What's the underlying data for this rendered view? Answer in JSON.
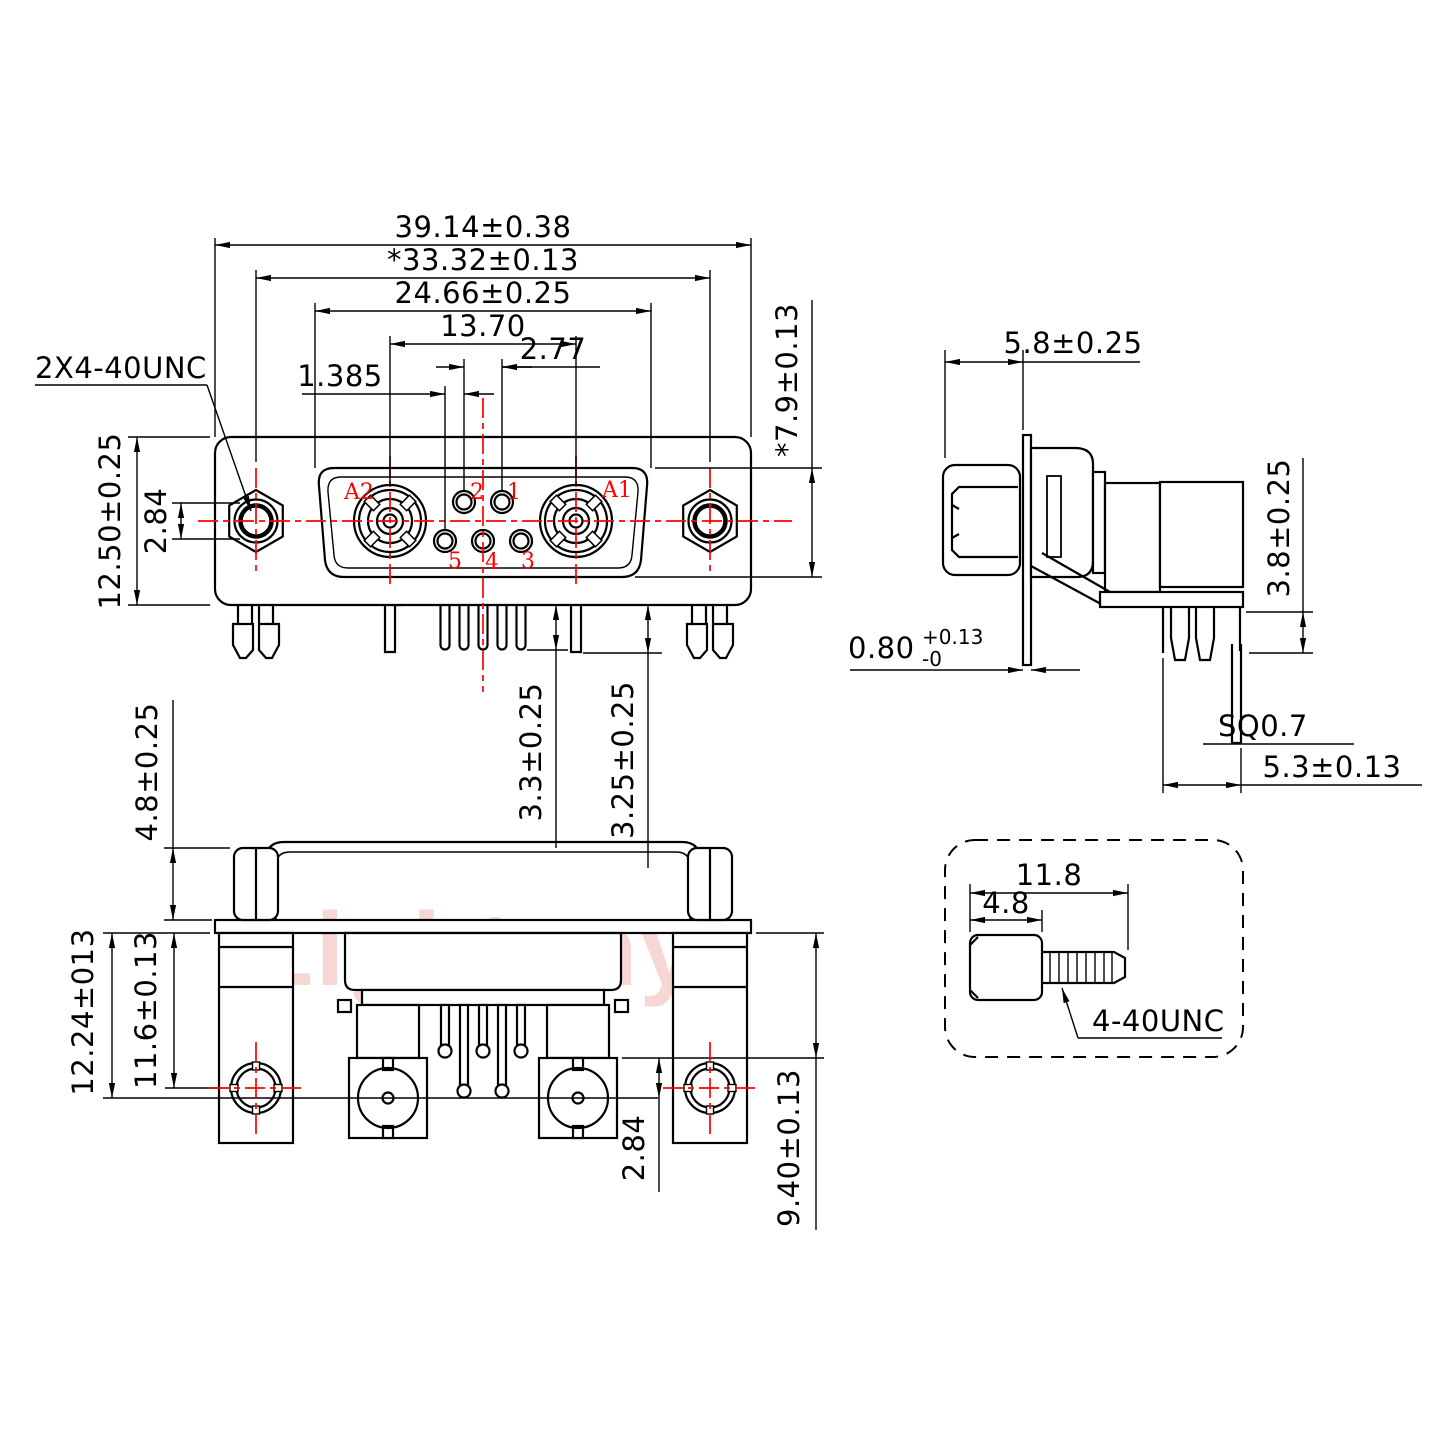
{
  "colors": {
    "line": "#000000",
    "accent": "#ff0000",
    "watermark": "#dd4b4b"
  },
  "watermark_text": "Lightany",
  "front_view": {
    "thread_callout": "2X4-40UNC",
    "labels": {
      "a2": "A2",
      "a1": "A1",
      "p1": "1",
      "p2": "2",
      "p3": "3",
      "p4": "4",
      "p5": "5"
    },
    "dims": {
      "overall_width": "39.14±0.38",
      "mount_spacing": "*33.32±0.13",
      "insert_width": "24.66±0.25",
      "coax_spacing": "13.70",
      "pin_pitch": "2.77",
      "half_pitch": "1.385",
      "flange_height": "12.50±0.25",
      "screw_hole_dia": "2.84",
      "insert_height": "*7.9±0.13",
      "signal_pin_len": "3.3±0.25",
      "coax_pin_len": "3.25±0.25"
    }
  },
  "side_view": {
    "dims": {
      "head_to_flange": "5.8±0.25",
      "flange_thick": "0.80",
      "flange_thick_plus": "+0.13",
      "flange_thick_minus": "-0",
      "standoff": "3.8±0.25",
      "pin_sq": "SQ0.7",
      "tail_len": "5.3±0.13"
    }
  },
  "bottom_view": {
    "dims": {
      "nut_height": "4.8±0.25",
      "coax_row": "12.24±013",
      "hole_row": "11.6±0.13",
      "coax_offset": "2.84",
      "bnc_edge": "9.40±0.13"
    }
  },
  "screw_detail": {
    "dims": {
      "overall_len": "11.8",
      "head_len": "4.8"
    },
    "thread_label": "4-40UNC"
  }
}
